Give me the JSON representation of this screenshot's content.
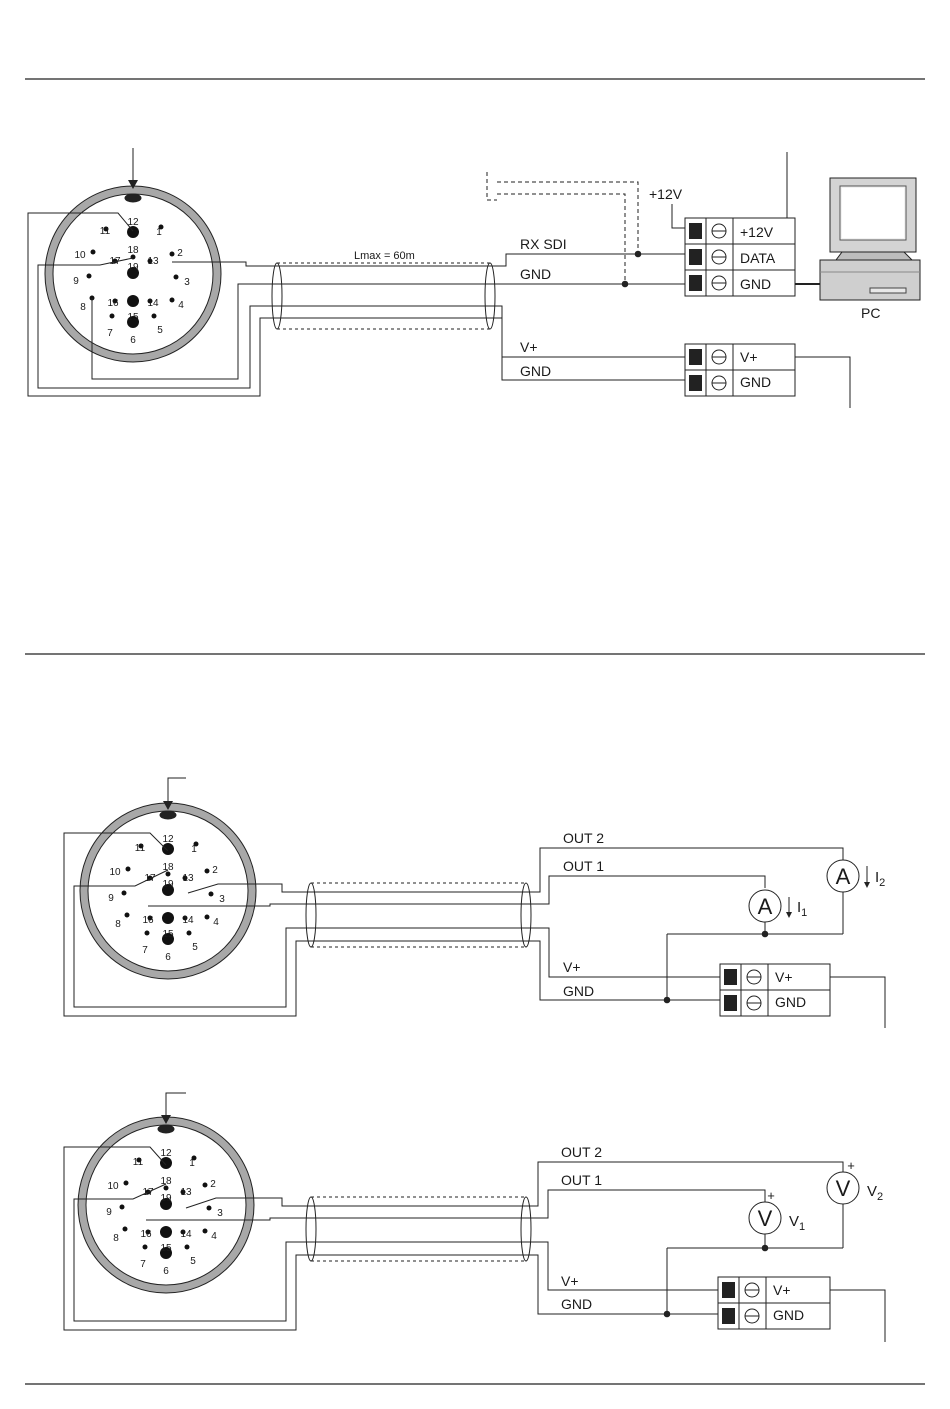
{
  "diagram1": {
    "pins": [
      {
        "n": "1",
        "big": false
      },
      {
        "n": "2",
        "big": false
      },
      {
        "n": "3",
        "big": false
      },
      {
        "n": "4",
        "big": false
      },
      {
        "n": "5",
        "big": false
      },
      {
        "n": "6",
        "big": true
      },
      {
        "n": "7",
        "big": false
      },
      {
        "n": "8",
        "big": false
      },
      {
        "n": "9",
        "big": false
      },
      {
        "n": "10",
        "big": false
      },
      {
        "n": "11",
        "big": false
      },
      {
        "n": "12",
        "big": true
      },
      {
        "n": "13",
        "big": false
      },
      {
        "n": "14",
        "big": false
      },
      {
        "n": "15",
        "big": true
      },
      {
        "n": "16",
        "big": false
      },
      {
        "n": "17",
        "big": false
      },
      {
        "n": "18",
        "big": false
      },
      {
        "n": "19",
        "big": true
      }
    ],
    "cable_length_label": "Lmax = 60m",
    "wire_labels": {
      "rx_sdi": "RX SDI",
      "gnd_data": "GND",
      "v_plus": "V+",
      "gnd_power": "GND",
      "plus_12v": "+12V"
    },
    "terminal_pc": [
      "+12V",
      "DATA",
      "GND"
    ],
    "terminal_power": [
      "V+",
      "GND"
    ],
    "pc_label": "PC"
  },
  "diagram2": {
    "wire_labels": {
      "out2": "OUT 2",
      "out1": "OUT 1",
      "v_plus": "V+",
      "gnd": "GND"
    },
    "meter1": {
      "symbol": "A",
      "label": "I",
      "sub": "1"
    },
    "meter2": {
      "symbol": "A",
      "label": "I",
      "sub": "2"
    },
    "terminal": [
      "V+",
      "GND"
    ]
  },
  "diagram3": {
    "wire_labels": {
      "out2": "OUT 2",
      "out1": "OUT 1",
      "v_plus": "V+",
      "gnd": "GND"
    },
    "meter1": {
      "symbol": "V",
      "label": "V",
      "sub": "1",
      "polarity": "+"
    },
    "meter2": {
      "symbol": "V",
      "label": "V",
      "sub": "2",
      "polarity": "+"
    },
    "terminal": [
      "V+",
      "GND"
    ]
  }
}
